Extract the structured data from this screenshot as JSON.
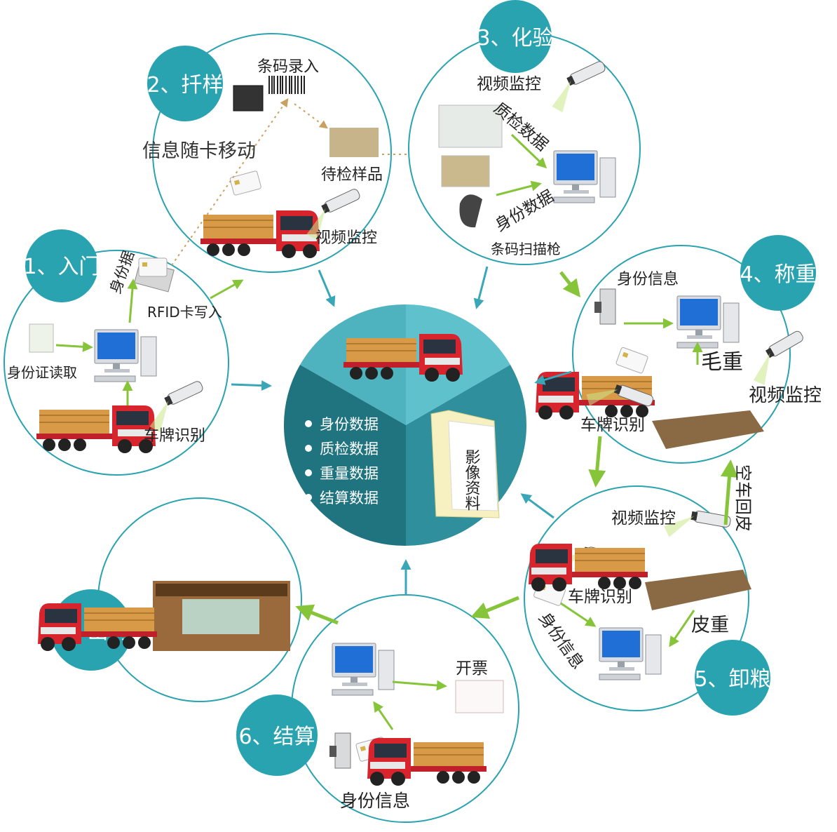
{
  "colors": {
    "teal": "#2aa3b0",
    "teal_dark": "#1a6f7c",
    "teal_mid": "#25808e",
    "teal_light": "#5fc1cc",
    "ring": "#3aa7b8",
    "green": "#86c43a",
    "truck_red": "#d8252d",
    "cargo": "#d89a46"
  },
  "center": {
    "items": [
      "身份数据",
      "质检数据",
      "重量数据",
      "结算数据"
    ],
    "folder_label": "影像资料"
  },
  "steps": [
    {
      "label": "1、入门",
      "texts": [
        "身份据",
        "RFID卡写入",
        "身份证读取",
        "车牌识别"
      ]
    },
    {
      "label": "2、扦样",
      "texts": [
        "条码录入",
        "信息随卡移动",
        "待检样品",
        "视频监控"
      ]
    },
    {
      "label": "3、化验",
      "texts": [
        "视频监控",
        "质检数据",
        "身份数据",
        "条码扫描枪"
      ]
    },
    {
      "label": "4、称重",
      "texts": [
        "身份信息",
        "毛重",
        "视频监控",
        "车牌识别"
      ]
    },
    {
      "label": "5、卸粮",
      "texts": [
        "视频监控",
        "车牌识别",
        "皮重",
        "身份信息",
        "空车回皮"
      ]
    },
    {
      "label": "6、结算",
      "texts": [
        "开票",
        "身份信息"
      ]
    },
    {
      "label": "7、出门",
      "texts": []
    }
  ]
}
